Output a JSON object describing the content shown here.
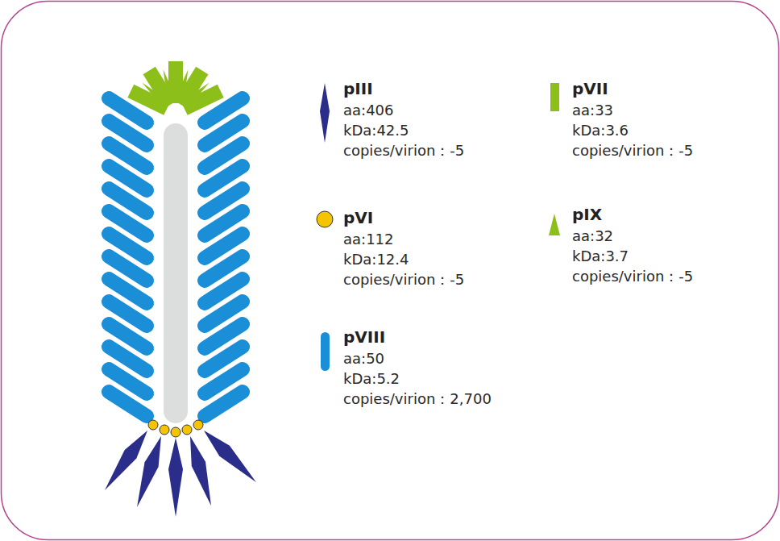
{
  "diagram": {
    "legend": [
      {
        "text": "pIII"
      },
      {
        "text": "pVI"
      },
      {
        "text": "pVIII"
      },
      {
        "text": "pVII"
      },
      {
        "text": "pIX"
      }
    ],
    "labels": [
      "aa:406",
      "kDa:42.5",
      "copies/virion：-5",
      "aa:112",
      "kDa:12.4",
      "copies/virion：-5",
      "aa:50",
      "kDa:5.2",
      "copies/virion：2,700",
      "aa:33",
      "kDa:3.6",
      "copies/virion：-5",
      "aa:32",
      "kDa:3.7",
      "copies/virion：-5"
    ]
  }
}
